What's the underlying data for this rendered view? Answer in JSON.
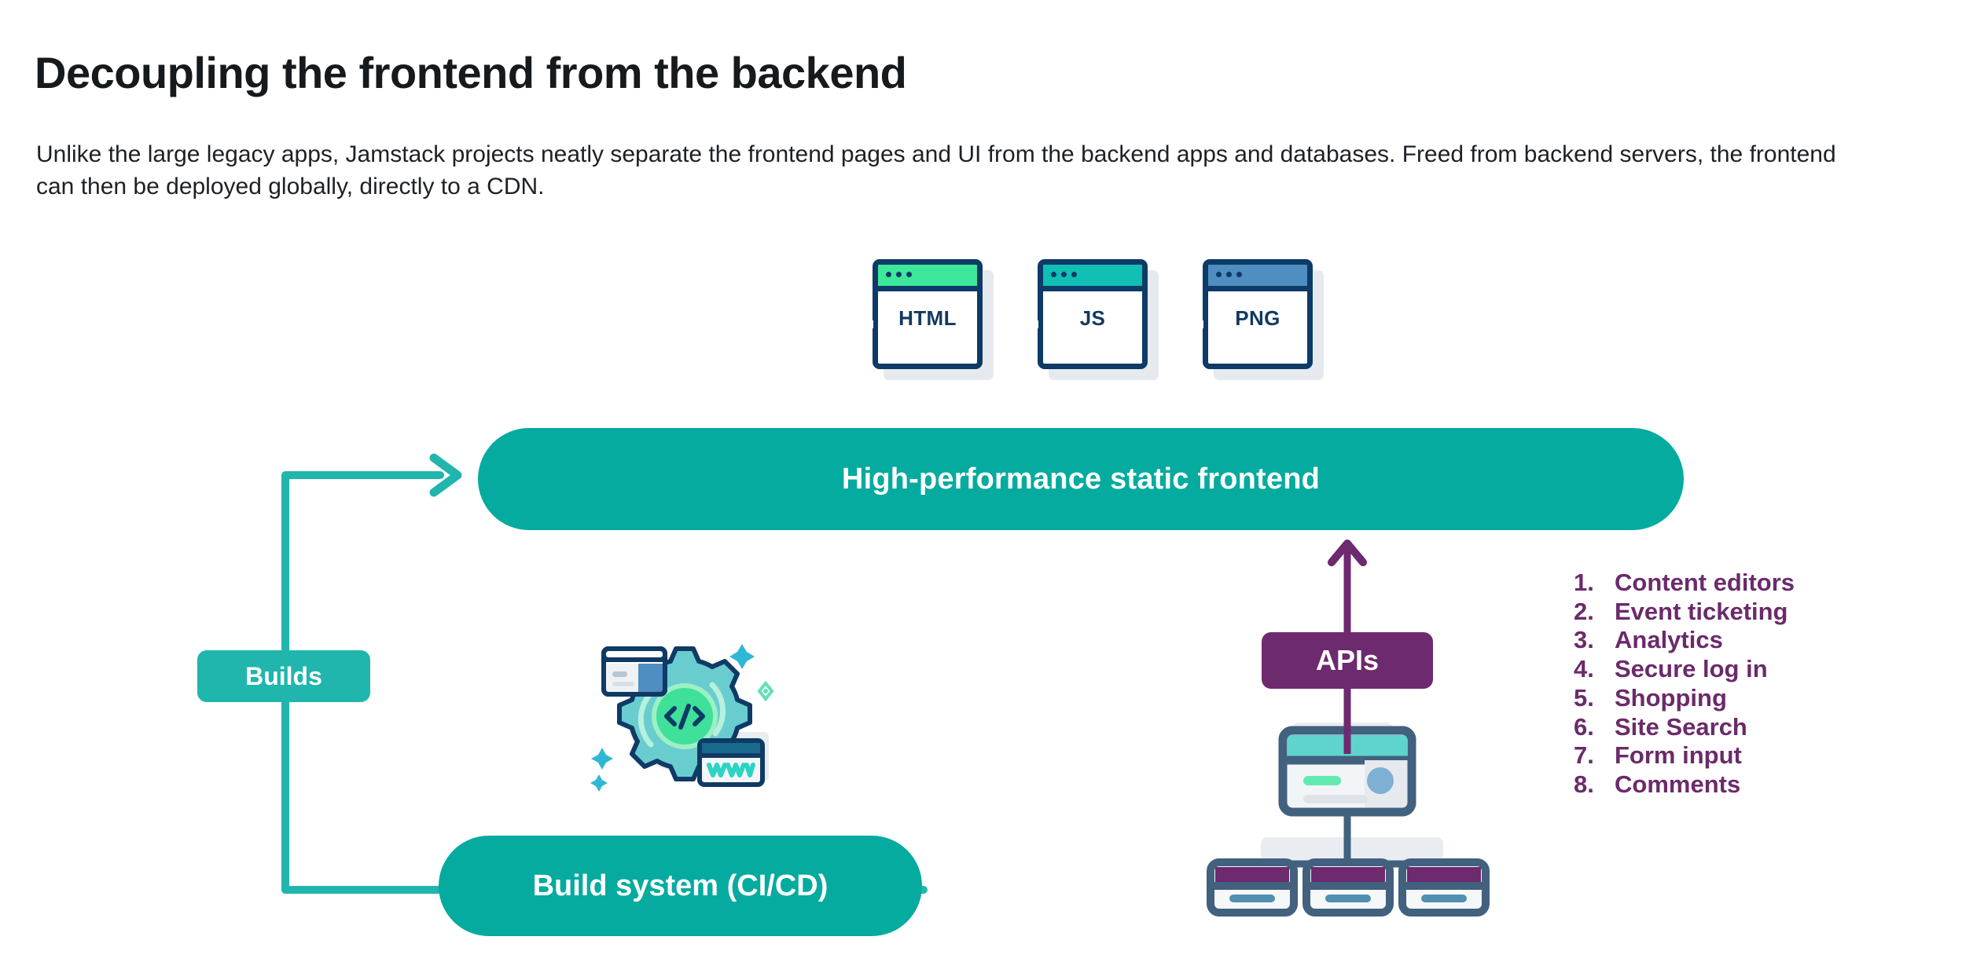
{
  "page": {
    "title": "Decoupling the frontend from the backend",
    "paragraph": "Unlike the large legacy apps, Jamstack projects neatly separate the frontend pages and UI from the backend apps and databases. Freed from backend servers, the frontend can then be deployed globally, directly to a CDN."
  },
  "colors": {
    "teal": "#04AB9E",
    "teal_light": "#20B6AD",
    "purple": "#6E2A6E",
    "navy": "#0D3A66",
    "slate": "#41617F",
    "green": "#3DE89A",
    "cyan": "#12BFB4",
    "blue": "#4E8EC0",
    "title_text": "#161A1D"
  },
  "file_cards": [
    {
      "label": "HTML",
      "bar_color": "#3DE89A",
      "icon": "browser-window-icon"
    },
    {
      "label": "JS",
      "bar_color": "#12BFB4",
      "icon": "browser-window-icon"
    },
    {
      "label": "PNG",
      "bar_color": "#4E8EC0",
      "icon": "browser-window-icon"
    }
  ],
  "nodes": {
    "frontend_bar": "High-performance static frontend",
    "builds_label": "Builds",
    "build_system_label": "Build system  (CI/CD)",
    "apis_label": "APIs"
  },
  "benefits": [
    {
      "num": "1.",
      "label": "Content editors"
    },
    {
      "num": "2.",
      "label": "Event ticketing"
    },
    {
      "num": "3.",
      "label": "Analytics"
    },
    {
      "num": "4.",
      "label": "Secure log in"
    },
    {
      "num": "5.",
      "label": "Shopping"
    },
    {
      "num": "6.",
      "label": "Site Search"
    },
    {
      "num": "7.",
      "label": "Form input"
    },
    {
      "num": "8.",
      "label": "Comments"
    }
  ],
  "illustrations": {
    "gear": "gear-code-www-icon",
    "api_tree": "api-server-tree-icon"
  },
  "arrows": {
    "builds_to_frontend": "arrow-right-teal",
    "apis_to_frontend": "arrow-up-purple"
  }
}
